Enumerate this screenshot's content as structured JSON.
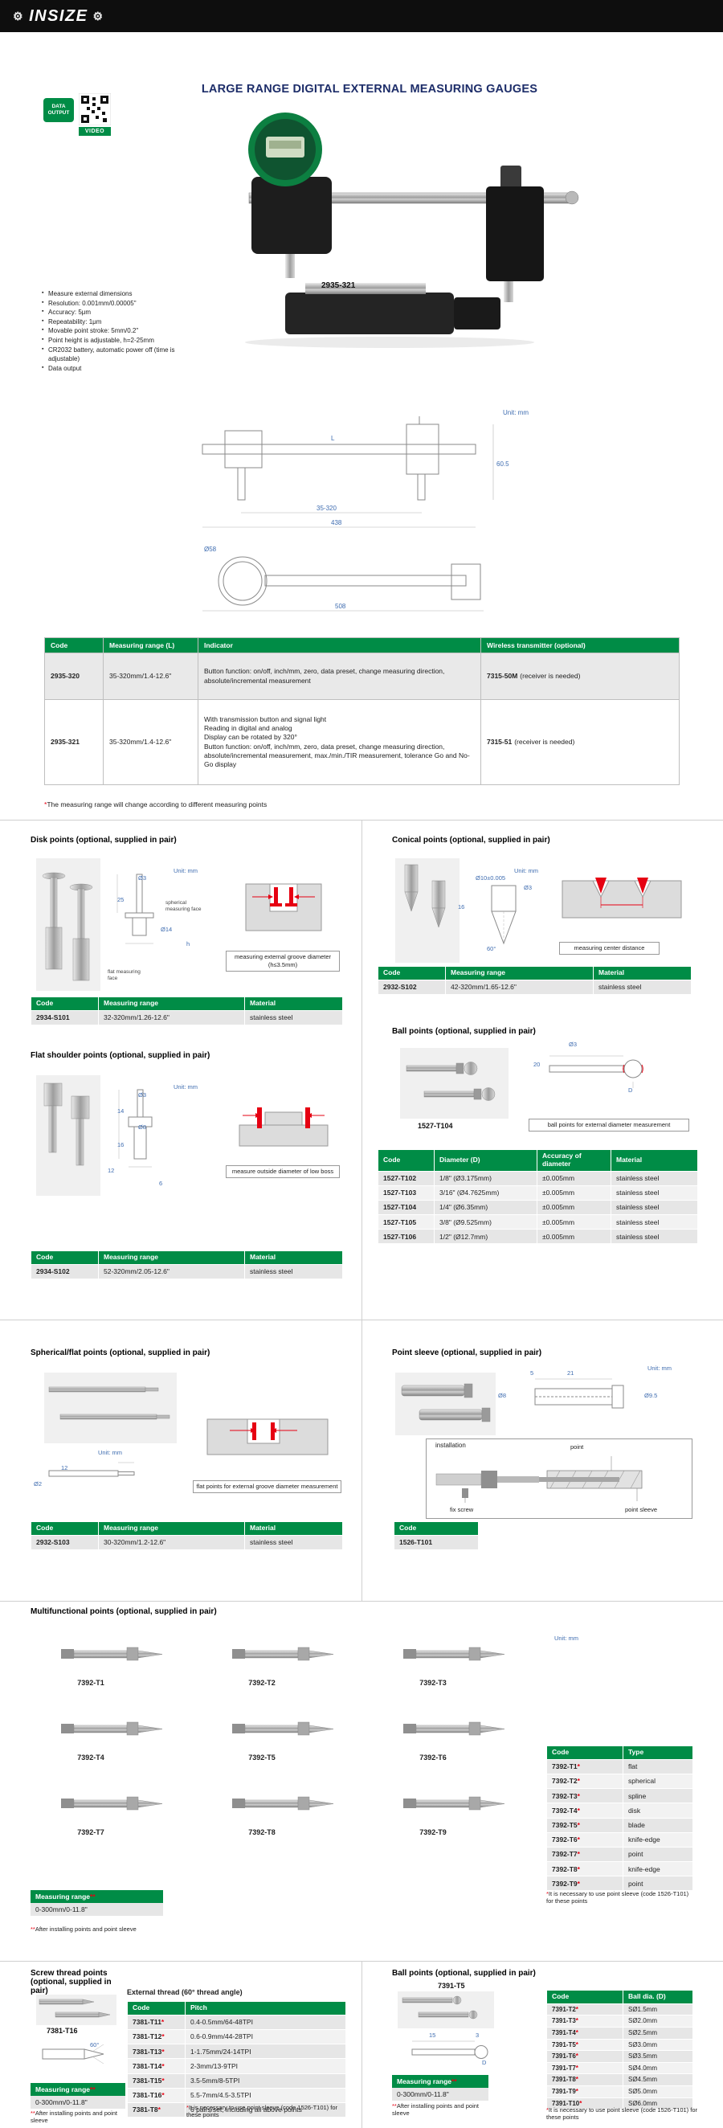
{
  "symbols": {
    "star": "*",
    "stars": "**"
  },
  "header": {
    "brand": "INSIZE",
    "gear_icon": "⚙",
    "title": "LARGE RANGE DIGITAL EXTERNAL MEASURING GAUGES",
    "data_output_badge": "DATA OUTPUT",
    "video_badge": "VIDEO"
  },
  "product": {
    "model": "2935-321",
    "features": [
      "Measure external dimensions",
      "Resolution: 0.001mm/0.00005\"",
      "Accuracy: 5μm",
      "Repeatability: 1μm",
      "Movable point stroke: 5mm/0.2\"",
      "Point height is adjustable, h=2-25mm",
      "CR2032 battery, automatic power off (time is adjustable)",
      "Data output"
    ]
  },
  "tech_drawing": {
    "unit": "Unit: mm",
    "dims": [
      "60.5",
      "438",
      "L",
      "35-320",
      "508",
      "Ø58"
    ]
  },
  "main_table": {
    "headers": [
      "Code",
      "Measuring range (L)",
      "Indicator",
      "Wireless transmitter (optional)"
    ],
    "rows": [
      {
        "code": "2935-320",
        "range": "35-320mm/1.4-12.6\"",
        "indicator": "Button function: on/off, inch/mm, zero, data preset, change measuring direction, absolute/incremental measurement",
        "tcode": "7315-50M",
        "tnote": "(receiver is needed)"
      },
      {
        "code": "2935-321",
        "range": "35-320mm/1.4-12.6\"",
        "indicator": "With transmission button and signal light\nReading in digital and analog\nDisplay can be rotated by 320°\nButton function: on/off, inch/mm, zero, data preset, change measuring direction, absolute/incremental measurement, max./min./TIR measurement, tolerance Go and No-Go display",
        "tcode": "7315-51",
        "tnote": "(receiver is needed)"
      }
    ],
    "footnote": "The measuring range will change according to different measuring points"
  },
  "disk_points": {
    "title": "Disk points (optional, supplied in pair)",
    "unit": "Unit: mm",
    "dims": [
      "Ø3",
      "25",
      "Ø14",
      "h"
    ],
    "labels": [
      "spherical measuring face",
      "flat measuring face"
    ],
    "caption": "measuring external groove diameter (h≤3.5mm)",
    "table": {
      "headers": [
        "Code",
        "Measuring range",
        "Material"
      ],
      "rows": [
        {
          "code": "2934-S101",
          "range": "32-320mm/1.26-12.6\"",
          "material": "stainless steel"
        }
      ]
    }
  },
  "conical_points": {
    "title": "Conical points (optional, supplied in pair)",
    "unit": "Unit: mm",
    "dims": [
      "Ø10±0.005",
      "Ø3",
      "16",
      "60°"
    ],
    "caption": "measuring center distance",
    "table": {
      "headers": [
        "Code",
        "Measuring range",
        "Material"
      ],
      "rows": [
        {
          "code": "2932-S102",
          "range": "42-320mm/1.65-12.6\"",
          "material": "stainless steel"
        }
      ]
    }
  },
  "flat_shoulder_points": {
    "title": "Flat shoulder points (optional, supplied in pair)",
    "unit": "Unit: mm",
    "dims": [
      "Ø3",
      "14",
      "Ø8",
      "16",
      "12",
      "6"
    ],
    "caption": "measure outside diameter of low boss",
    "table": {
      "headers": [
        "Code",
        "Measuring range",
        "Material"
      ],
      "rows": [
        {
          "code": "2934-S102",
          "range": "52-320mm/2.05-12.6\"",
          "material": "stainless steel"
        }
      ]
    }
  },
  "ball_points": {
    "title": "Ball points (optional, supplied in pair)",
    "model": "1527-T104",
    "dims": [
      "Ø3",
      "20",
      "D"
    ],
    "caption": "ball points for external diameter measurement",
    "table": {
      "headers": [
        "Code",
        "Diameter (D)",
        "Accuracy of diameter",
        "Material"
      ],
      "rows": [
        {
          "code": "1527-T102",
          "diameter": "1/8\" (Ø3.175mm)",
          "accuracy": "±0.005mm",
          "material": "stainless steel"
        },
        {
          "code": "1527-T103",
          "diameter": "3/16\" (Ø4.7625mm)",
          "accuracy": "±0.005mm",
          "material": "stainless steel"
        },
        {
          "code": "1527-T104",
          "diameter": "1/4\" (Ø6.35mm)",
          "accuracy": "±0.005mm",
          "material": "stainless steel"
        },
        {
          "code": "1527-T105",
          "diameter": "3/8\" (Ø9.525mm)",
          "accuracy": "±0.005mm",
          "material": "stainless steel"
        },
        {
          "code": "1527-T106",
          "diameter": "1/2\" (Ø12.7mm)",
          "accuracy": "±0.005mm",
          "material": "stainless steel"
        }
      ]
    }
  },
  "spherical_flat_points": {
    "title": "Spherical/flat points (optional, supplied in pair)",
    "unit": "Unit: mm",
    "dims": [
      "12",
      "Ø2"
    ],
    "caption": "flat points for external groove diameter measurement",
    "table": {
      "headers": [
        "Code",
        "Measuring range",
        "Material"
      ],
      "rows": [
        {
          "code": "2932-S103",
          "range": "30-320mm/1.2-12.6\"",
          "material": "stainless steel"
        }
      ]
    }
  },
  "point_sleeve": {
    "title": "Point sleeve (optional, supplied in pair)",
    "unit": "Unit: mm",
    "dims": [
      "5",
      "21",
      "Ø8",
      "Ø9.5"
    ],
    "installation_label": "installation",
    "callouts": [
      "fix screw",
      "point",
      "point sleeve"
    ],
    "table": {
      "headers": [
        "Code"
      ],
      "rows": [
        {
          "code": "1526-T101"
        }
      ]
    }
  },
  "multifunctional_points": {
    "title": "Multifunctional points (optional, supplied in pair)",
    "unit": "Unit: mm",
    "items": [
      {
        "label": "7392-T1"
      },
      {
        "label": "7392-T2"
      },
      {
        "label": "7392-T3"
      },
      {
        "label": "7392-T4"
      },
      {
        "label": "7392-T5"
      },
      {
        "label": "7392-T6"
      },
      {
        "label": "7392-T7"
      },
      {
        "label": "7392-T8"
      },
      {
        "label": "7392-T9"
      }
    ],
    "table": {
      "headers": [
        "Code",
        "Type"
      ],
      "rows": [
        {
          "code": "7392-T1",
          "type": "flat"
        },
        {
          "code": "7392-T2",
          "type": "spherical"
        },
        {
          "code": "7392-T3",
          "type": "spline"
        },
        {
          "code": "7392-T4",
          "type": "disk"
        },
        {
          "code": "7392-T5",
          "type": "blade"
        },
        {
          "code": "7392-T6",
          "type": "knife-edge"
        },
        {
          "code": "7392-T7",
          "type": "point"
        },
        {
          "code": "7392-T8",
          "type": "knife-edge"
        },
        {
          "code": "7392-T9",
          "type": "point"
        }
      ]
    },
    "measuring_range": {
      "label": "Measuring range",
      "stars": "**",
      "value": "0-300mm/0-11.8\""
    },
    "after_note": "After installing points and point sleeve",
    "sleeve_note": "It is necessary to use point sleeve (code 1526-T101) for these points"
  },
  "screw_thread_points": {
    "title": "Screw thread points (optional, supplied in pair)",
    "model": "7381-T16",
    "thread_label": "External thread (60° thread angle)",
    "dims": [
      "60°"
    ],
    "table": {
      "headers": [
        "Code",
        "Pitch"
      ],
      "rows": [
        {
          "code": "7381-T11",
          "pitch": "0.4-0.5mm/64-48TPI"
        },
        {
          "code": "7381-T12",
          "pitch": "0.6-0.9mm/44-28TPI"
        },
        {
          "code": "7381-T13",
          "pitch": "1-1.75mm/24-14TPI"
        },
        {
          "code": "7381-T14",
          "pitch": "2-3mm/13-9TPI"
        },
        {
          "code": "7381-T15",
          "pitch": "3.5-5mm/8-5TPI"
        },
        {
          "code": "7381-T16",
          "pitch": "5.5-7mm/4.5-3.5TPI"
        },
        {
          "code": "7381-T8",
          "pitch": "6 pairs/set, including all above points"
        }
      ]
    },
    "measuring_range": {
      "label": "Measuring range",
      "stars": "**",
      "value": "0-300mm/0-11.8\""
    },
    "after_note": "After installing points and point sleeve",
    "sleeve_note": "It is necessary to use point sleeve (code 1526-T101) for these points"
  },
  "ball_points_small": {
    "title": "Ball points (optional, supplied in pair)",
    "model": "7391-T5",
    "dims": [
      "15",
      "3",
      "D"
    ],
    "table": {
      "headers": [
        "Code",
        "Ball dia. (D)"
      ],
      "rows": [
        {
          "code": "7391-T2",
          "dia": "SØ1.5mm"
        },
        {
          "code": "7391-T3",
          "dia": "SØ2.0mm"
        },
        {
          "code": "7391-T4",
          "dia": "SØ2.5mm"
        },
        {
          "code": "7391-T5",
          "dia": "SØ3.0mm"
        },
        {
          "code": "7391-T6",
          "dia": "SØ3.5mm"
        },
        {
          "code": "7391-T7",
          "dia": "SØ4.0mm"
        },
        {
          "code": "7391-T8",
          "dia": "SØ4.5mm"
        },
        {
          "code": "7391-T9",
          "dia": "SØ5.0mm"
        },
        {
          "code": "7391-T10",
          "dia": "SØ6.0mm"
        }
      ]
    },
    "measuring_range": {
      "label": "Measuring range",
      "stars": "**",
      "value": "0-300mm/0-11.8\""
    },
    "after_note": "After installing points and point sleeve",
    "sleeve_note": "It is necessary to use point sleeve (code 1526-T101) for these points"
  }
}
